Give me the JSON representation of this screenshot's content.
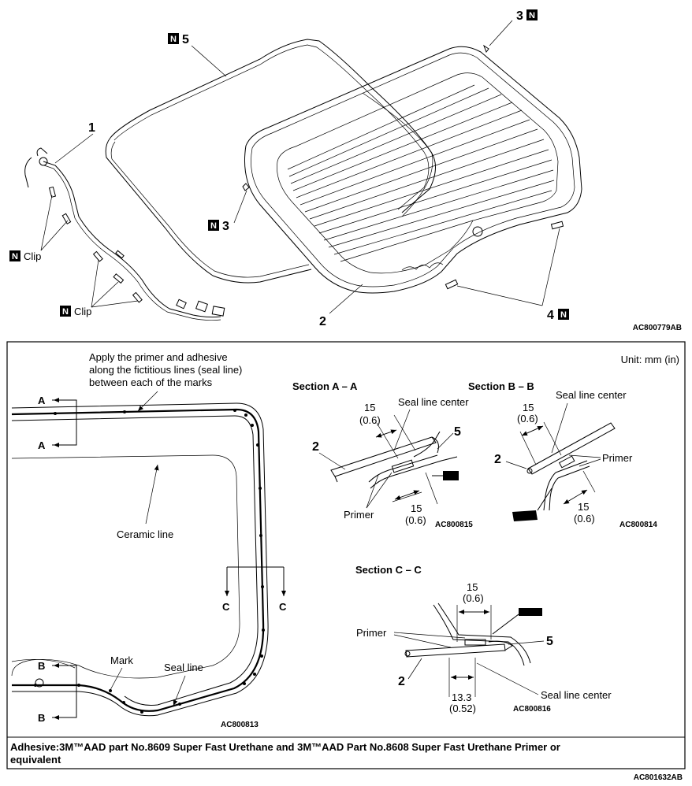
{
  "top": {
    "callout_1": "1",
    "callout_2": "2",
    "callout_3a": "3",
    "callout_3b": "3",
    "callout_4": "4",
    "callout_5": "5",
    "n_letter": "N",
    "clip_label": "Clip",
    "figure_code": "AC800779AB"
  },
  "bottom": {
    "note_line1": "Apply the primer and adhesive",
    "note_line2": "along the fictitious lines (seal line)",
    "note_line3": "between each of the marks",
    "unit": "Unit: mm (in)",
    "letter_a": "A",
    "letter_b": "B",
    "letter_c": "C",
    "ceramic_line": "Ceramic line",
    "mark": "Mark",
    "seal_line": "Seal line",
    "left_code": "AC800813",
    "sec_aa": {
      "title": "Section A – A",
      "seal_center": "Seal line center",
      "dim_top": "15",
      "dim_top_in": "(0.6)",
      "dim_bot": "15",
      "dim_bot_in": "(0.6)",
      "primer": "Primer",
      "p2": "2",
      "p5": "5",
      "code": "AC800815"
    },
    "sec_bb": {
      "title": "Section B – B",
      "seal_center": "Seal line center",
      "dim_top": "15",
      "dim_top_in": "(0.6)",
      "dim_bot": "15",
      "dim_bot_in": "(0.6)",
      "primer": "Primer",
      "p2": "2",
      "code": "AC800814"
    },
    "sec_cc": {
      "title": "Section C – C",
      "dim_top": "15",
      "dim_top_in": "(0.6)",
      "primer": "Primer",
      "p5": "5",
      "p2": "2",
      "dim_bot": "13.3",
      "dim_bot_in": "(0.52)",
      "seal_center": "Seal line center",
      "code": "AC800816"
    },
    "footer_line1": "Adhesive:3M™AAD part No.8609 Super Fast Urethane and 3M™AAD Part No.8608 Super Fast Urethane Primer or",
    "footer_line2": "equivalent"
  },
  "page_code": "AC801632AB"
}
